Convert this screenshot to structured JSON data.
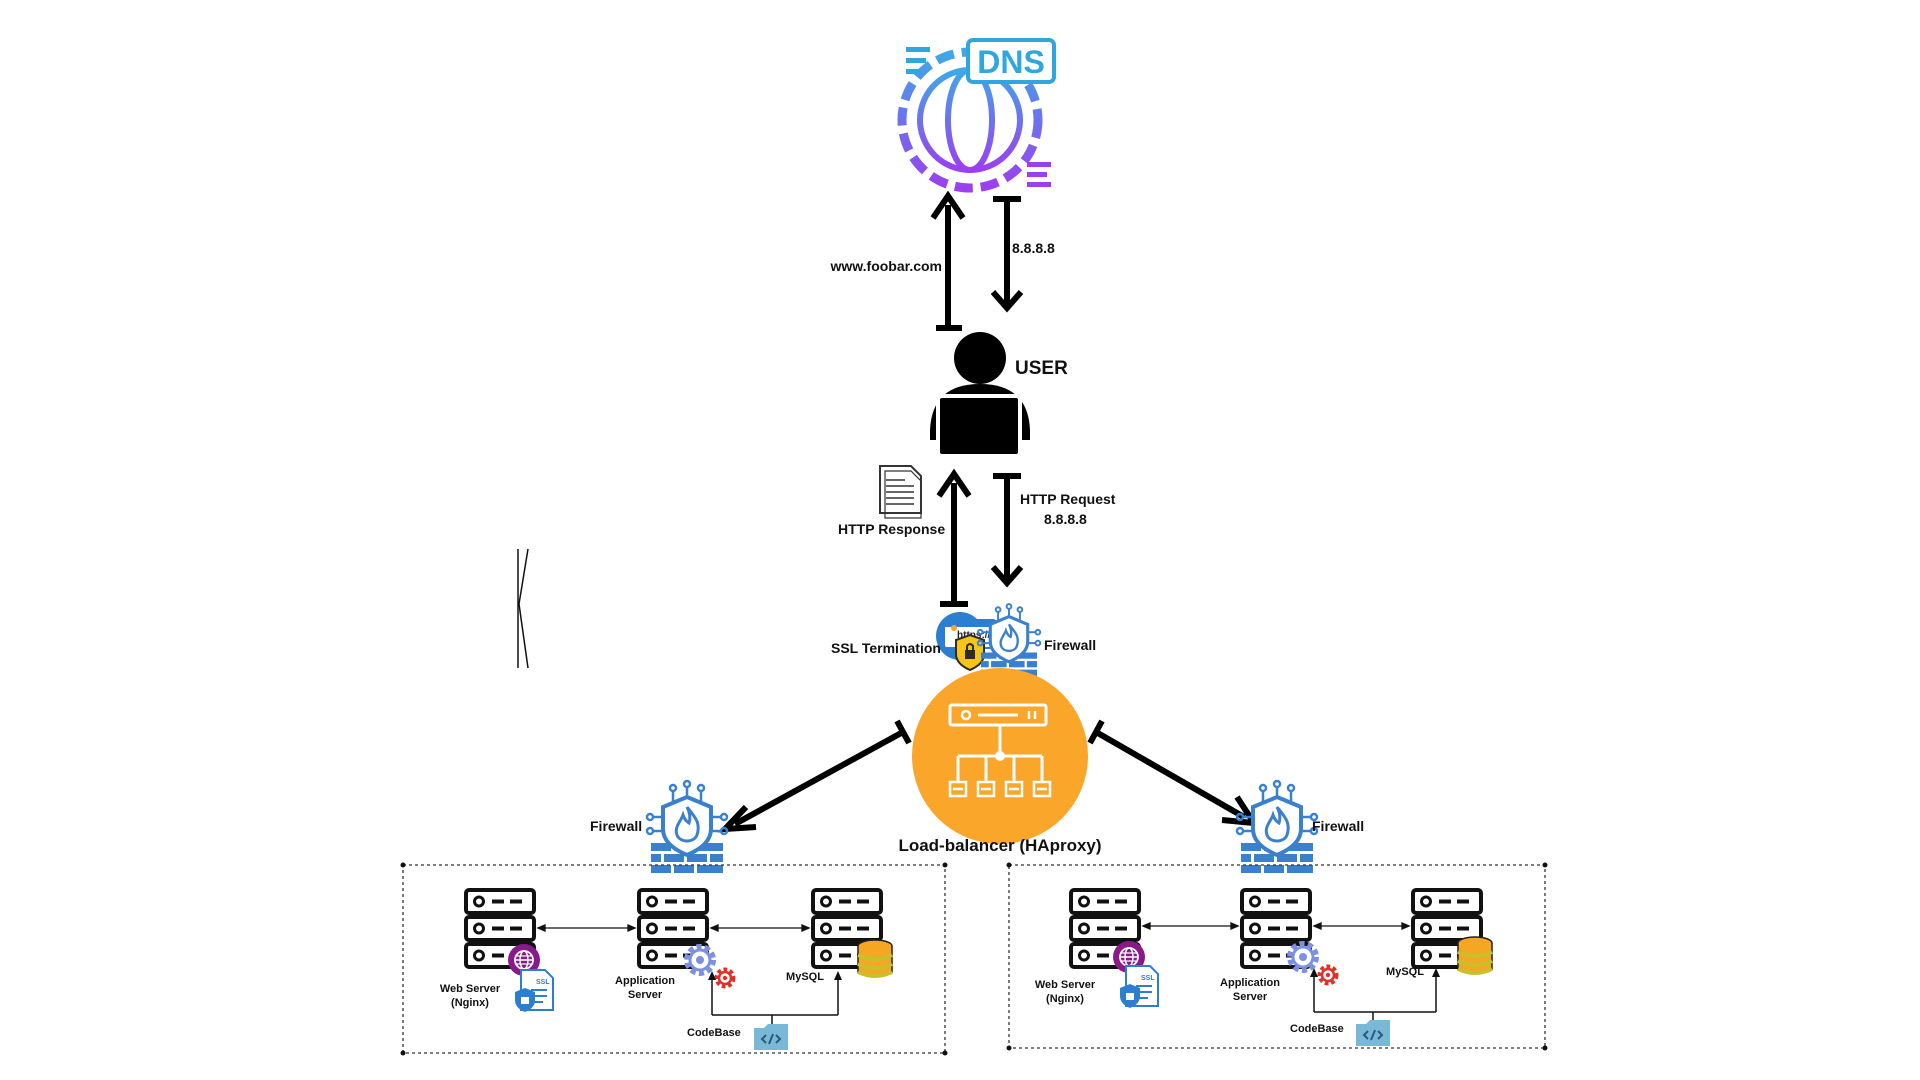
{
  "dns": {
    "label": "DNS"
  },
  "user": {
    "label": "USER"
  },
  "flows": {
    "dns_query": "www.foobar.com",
    "dns_answer": "8.8.8.8",
    "http_request_line1": "HTTP Request",
    "http_request_line2": "8.8.8.8",
    "http_response": "HTTP Response"
  },
  "edge": {
    "ssl_label": "SSL Termination",
    "https_badge": "https://",
    "firewall_label": "Firewall"
  },
  "load_balancer": {
    "label": "Load-balancer (HAproxy)"
  },
  "clusters": [
    {
      "firewall_label": "Firewall",
      "web_server_line1": "Web Server",
      "web_server_line2": "(Nginx)",
      "ssl_cert_label": "SSL",
      "app_server_line1": "Application",
      "app_server_line2": "Server",
      "db_label": "MySQL",
      "codebase_label": "CodeBase"
    },
    {
      "firewall_label": "Firewall",
      "web_server_line1": "Web Server",
      "web_server_line2": "(Nginx)",
      "ssl_cert_label": "SSL",
      "app_server_line1": "Application",
      "app_server_line2": "Server",
      "db_label": "MySQL",
      "codebase_label": "CodeBase"
    }
  ],
  "colors": {
    "dns_gradient_start": "#3fa8e8",
    "dns_gradient_end": "#9b3ff0",
    "load_balancer": "#f9a62a",
    "firewall": "#3a80cf",
    "firewall_flame": "#3a80cf",
    "web_badge": "#8a1a8a",
    "gear": "#7d8fe0",
    "gear_small": "#e0302a",
    "db": "#f5a623",
    "db_ring": "#c8c02a",
    "codebase": "#7ab8d8"
  },
  "icons": {
    "dns": "dns-globe-icon",
    "user": "user-laptop-icon",
    "document": "document-icon",
    "ssl": "ssl-certificate-icon",
    "firewall": "firewall-icon",
    "load_balancer": "load-balancer-icon",
    "server": "server-rack-icon",
    "web": "globe-badge-icon",
    "gear": "gear-icon",
    "database": "database-icon",
    "codebase": "code-folder-icon"
  }
}
